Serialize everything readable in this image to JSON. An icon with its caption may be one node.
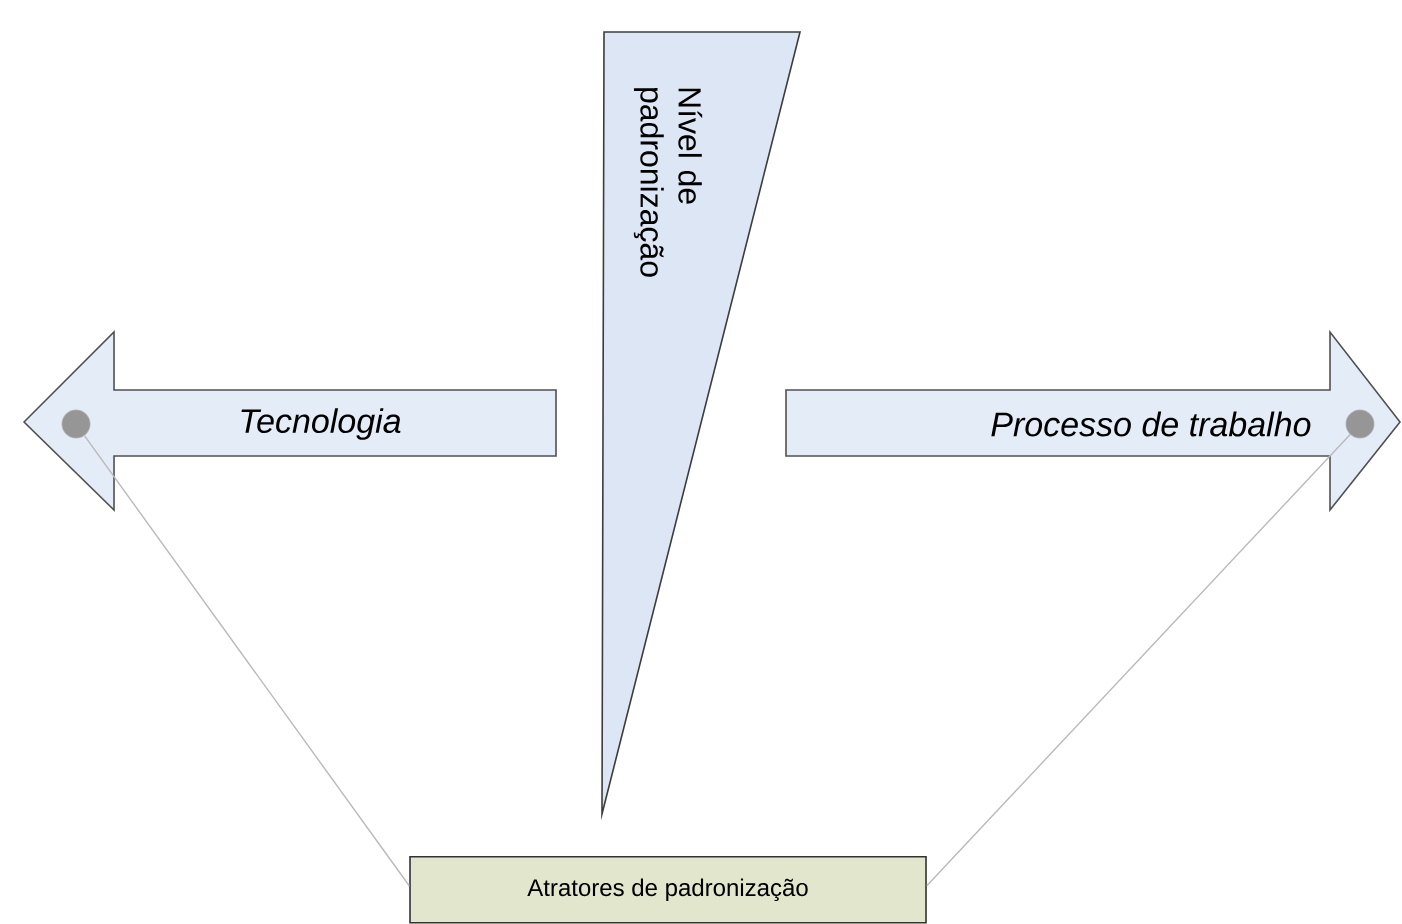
{
  "diagram": {
    "nodes": [
      {
        "text": [
          "Nível de padronização"
        ]
      },
      {
        "text": [
          "Tecnologia"
        ]
      },
      {
        "text": [],
        "shape": "circle",
        "in": 1
      },
      {
        "text": [
          "Processo de trabalho"
        ]
      },
      {
        "text": [],
        "shape": "circle",
        "in": 3
      },
      {
        "text": [
          "Atratores de padronização"
        ]
      }
    ],
    "edges": [
      {
        "from": 5,
        "to": 2,
        "arrow": "none"
      },
      {
        "from": 5,
        "to": 4,
        "arrow": "none"
      }
    ]
  }
}
